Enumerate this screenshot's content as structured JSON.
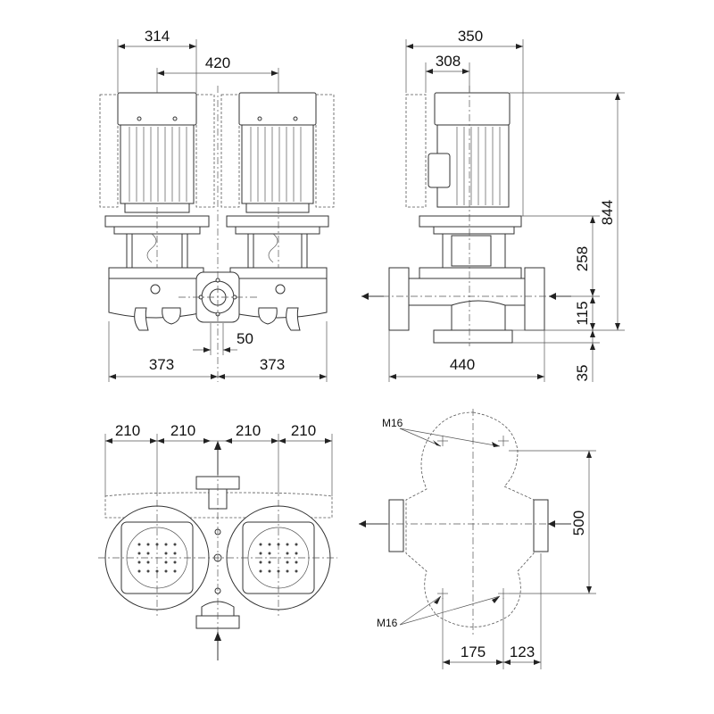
{
  "front_view": {
    "dim_width_motor": "314",
    "dim_shaft_spacing": "420",
    "dim_pipe_offset": "50",
    "dim_left_half": "373",
    "dim_right_half": "373"
  },
  "side_view": {
    "dim_total_depth": "350",
    "dim_motor_depth": "308",
    "dim_total_height": "844",
    "dim_upper_height": "258",
    "dim_flange_height": "115",
    "dim_base_height": "35",
    "dim_flange_width": "440"
  },
  "top_view": {
    "dim_seg_1": "210",
    "dim_seg_2": "210",
    "dim_seg_3": "210",
    "dim_seg_4": "210"
  },
  "footprint_view": {
    "bolt_label_top": "M16",
    "bolt_label_bottom": "M16",
    "dim_bolt_spacing_y": "500",
    "dim_bolt_spacing_x": "175",
    "dim_bolt_offset": "123"
  }
}
